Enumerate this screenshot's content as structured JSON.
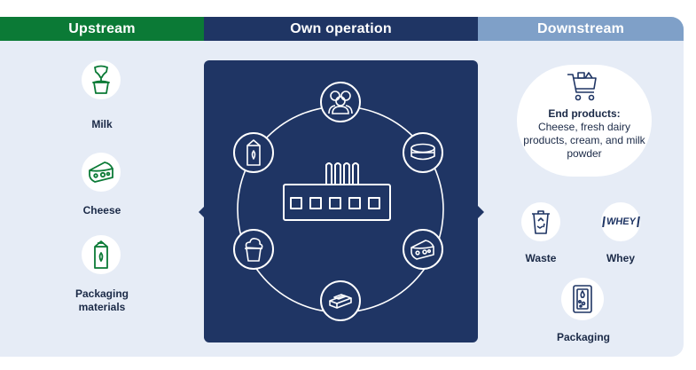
{
  "headers": {
    "upstream": "Upstream",
    "own": "Own operation",
    "downstream": "Downstream"
  },
  "upstream": {
    "items": [
      {
        "label": "Milk",
        "icon": "milk-bucket-icon"
      },
      {
        "label": "Cheese",
        "icon": "cheese-icon"
      },
      {
        "label": "Packaging materials",
        "icon": "milk-carton-icon"
      }
    ]
  },
  "own_operation": {
    "center_icon": "factory-icon",
    "ring_icons": [
      "people-group-icon",
      "cheese-wheel-icon",
      "cheese-wedge-icon",
      "butter-icon",
      "ice-cream-icon",
      "milk-carton-icon"
    ]
  },
  "downstream": {
    "end_products_title": "End products:",
    "end_products_desc": "Cheese, fresh dairy products, cream, and milk powder",
    "items": [
      {
        "label": "Waste",
        "icon": "recycle-bin-icon"
      },
      {
        "label": "Whey",
        "icon": "whey-icon",
        "icon_text": "WHEY"
      },
      {
        "label": "Packaging",
        "icon": "packaging-icon"
      }
    ]
  },
  "colors": {
    "upstream": "#0b7a36",
    "own": "#1f3564",
    "downstream": "#7fa0c8",
    "panel": "#e6ecf6"
  }
}
